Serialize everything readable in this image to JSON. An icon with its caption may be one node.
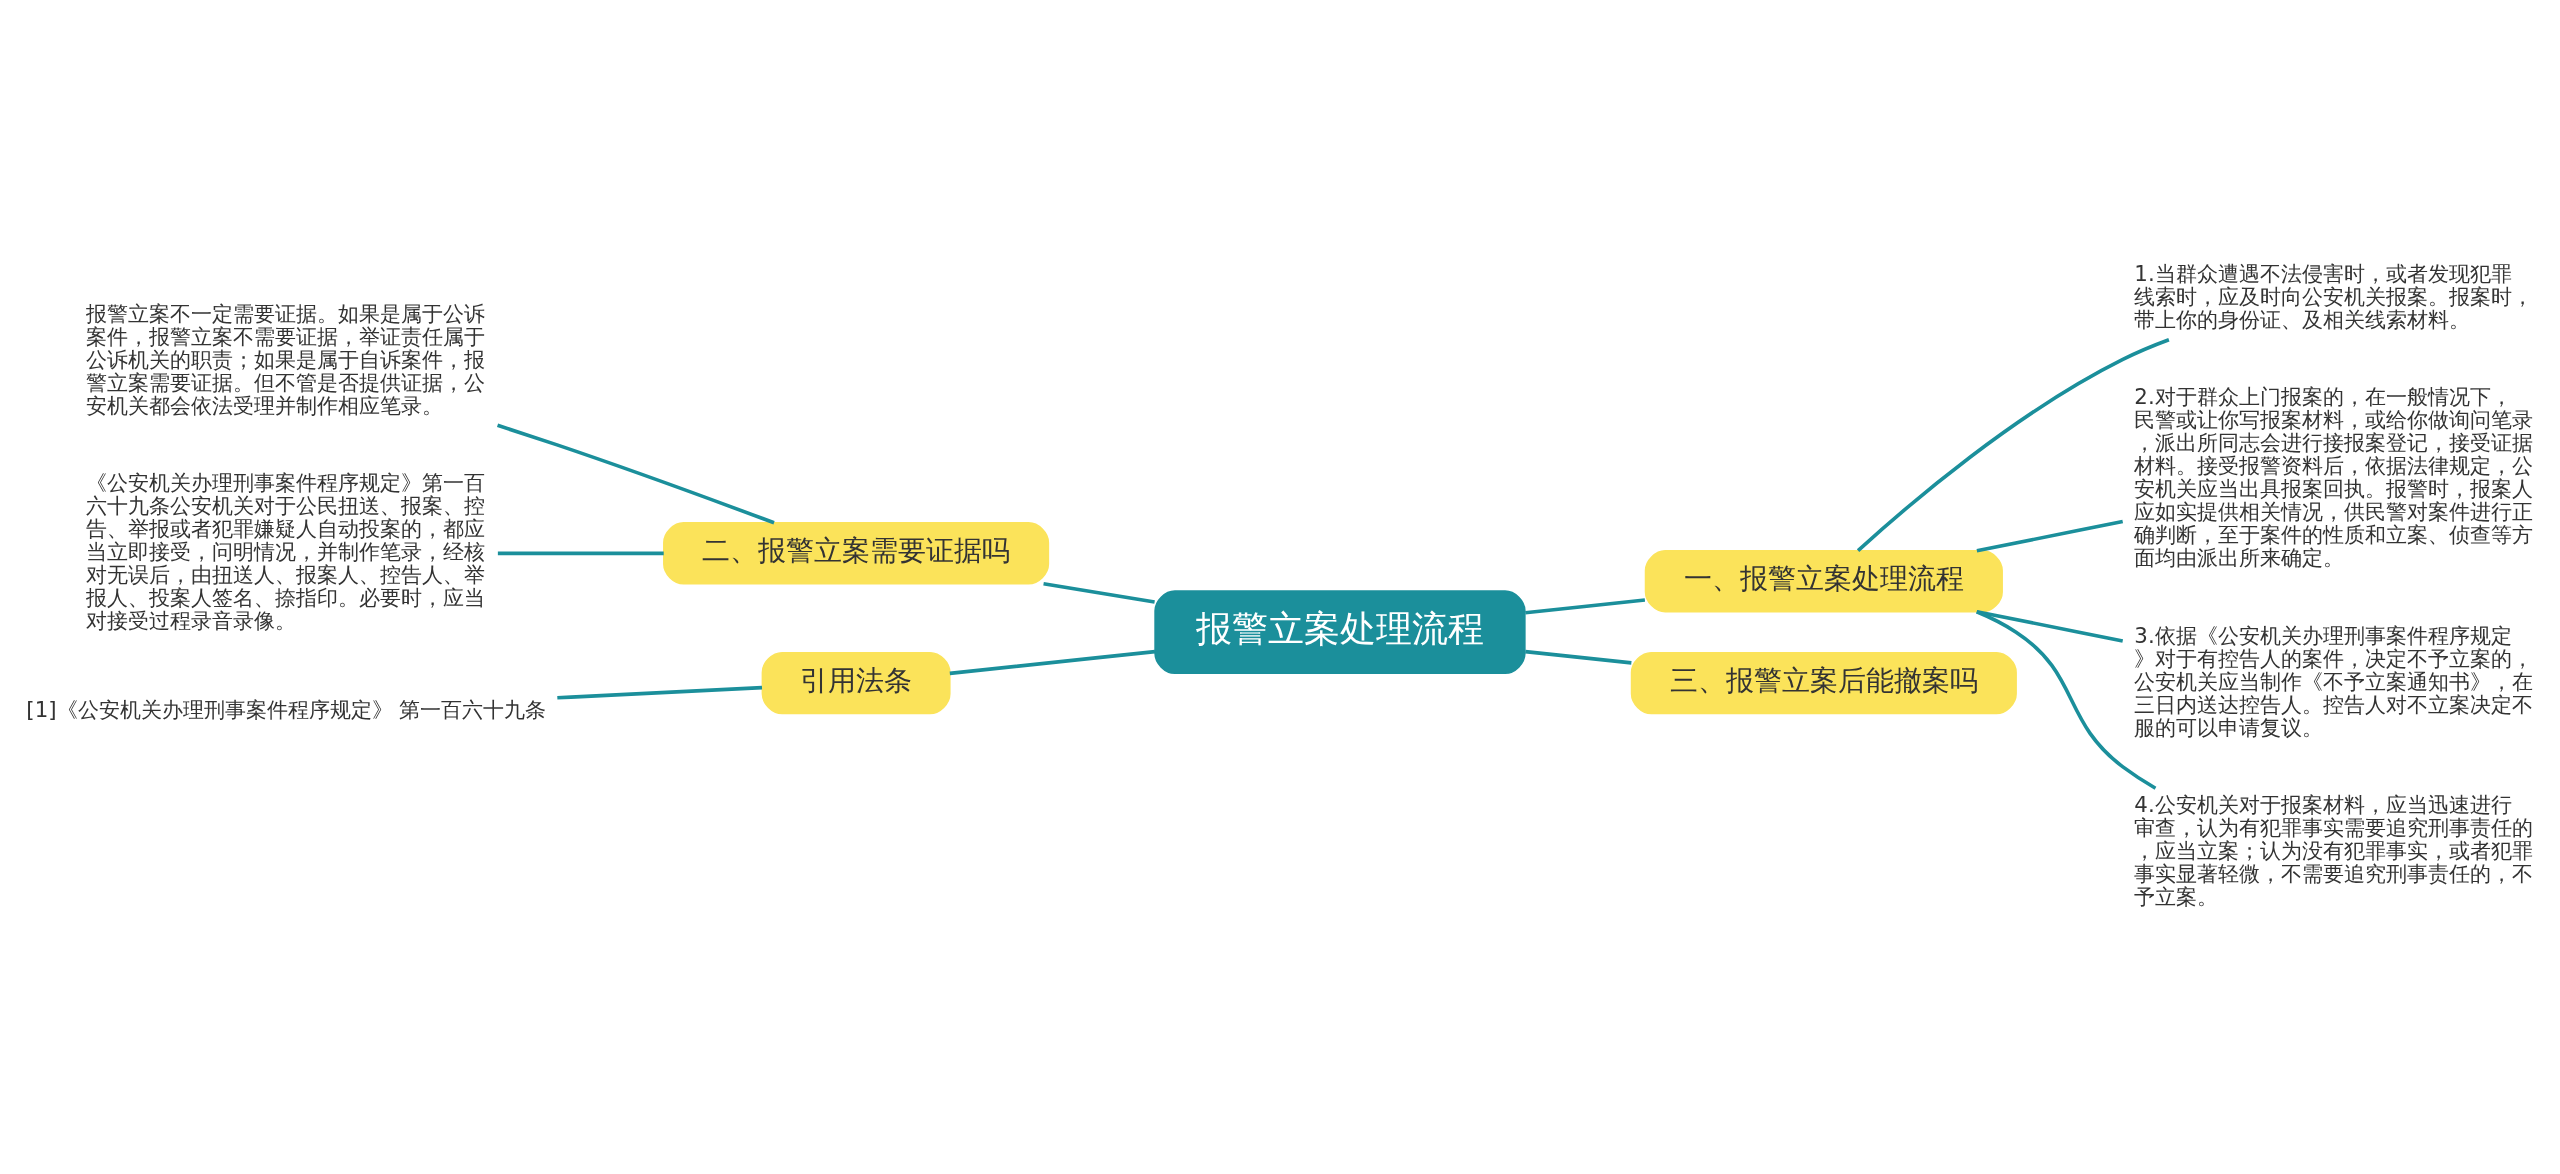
{
  "diagram": {
    "nodes": [
      {
        "text": [
          "报警立案处理流程"
        ]
      },
      {
        "text": [
          "一、报警立案处理流程"
        ]
      },
      {
        "text": [
          "1.当群众遭遇不法侵害时，或者发现犯罪线索时，应及时向公安机关报案。报案时，带上你的身份证、及相关线索材料。"
        ]
      },
      {
        "text": [
          "2.对于群众上门报案的，在一般情况下，民警或让你写报案材料，或给你做询问笔录，派出所同志会进行接报案登记，接受证据材料。接受报警资料后，依据法律规定，公安机关应当出具报案回执。报警时，报案人应如实提供相关情况，供民警对案件进行正确判断，至于案件的性质和立案、侦查等方面均由派出所来确定。"
        ]
      },
      {
        "text": [
          "3.依据《公安机关办理刑事案件程序规定》对于有控告人的案件，决定不予立案的，公安机关应当制作《不予立案通知书》，在三日内送达控告人。控告人对不立案决定不服的可以申请复议。"
        ]
      },
      {
        "text": [
          "4.公安机关对于报案材料，应当迅速进行审查，认为有犯罪事实需要追究刑事责任的，应当立案；认为没有犯罪事实，或者犯罪事实显著轻微，不需要追究刑事责任的，不予立案。"
        ]
      },
      {
        "text": [
          "三、报警立案后能撤案吗"
        ]
      },
      {
        "text": [
          "二、报警立案需要证据吗"
        ]
      },
      {
        "text": [
          "报警立案不一定需要证据。如果是属于公诉案件，报警立案不需要证据，举证责任属于公诉机关的职责；如果是属于自诉案件，报警立案需要证据。但不管是否提供证据，公安机关都会依法受理并制作相应笔录。"
        ]
      },
      {
        "text": [
          "《公安机关办理刑事案件程序规定》第一百六十九条公安机关对于公民扭送、报案、控告、举报或者犯罪嫌疑人自动投案的，都应当立即接受，问明情况，并制作笔录，经核对无误后，由扭送人、报案人、控告人、举报人、投案人签名、捺指印。必要时，应当对接受过程录音录像。"
        ]
      },
      {
        "text": [
          "引用法条"
        ]
      },
      {
        "text": [
          "[1]《公安机关办理刑事案件程序规定》 第一百六十九条"
        ]
      }
    ],
    "edges": [
      {
        "from": 0,
        "to": 1,
        "arrow": "none"
      },
      {
        "from": 1,
        "to": 2,
        "arrow": "none"
      },
      {
        "from": 1,
        "to": 3,
        "arrow": "none"
      },
      {
        "from": 1,
        "to": 4,
        "arrow": "none"
      },
      {
        "from": 1,
        "to": 5,
        "arrow": "none"
      },
      {
        "from": 0,
        "to": 6,
        "arrow": "none"
      },
      {
        "from": 0,
        "to": 7,
        "arrow": "none"
      },
      {
        "from": 7,
        "to": 8,
        "arrow": "none"
      },
      {
        "from": 7,
        "to": 9,
        "arrow": "none"
      },
      {
        "from": 0,
        "to": 10,
        "arrow": "none"
      },
      {
        "from": 10,
        "to": 11,
        "arrow": "none"
      }
    ]
  }
}
